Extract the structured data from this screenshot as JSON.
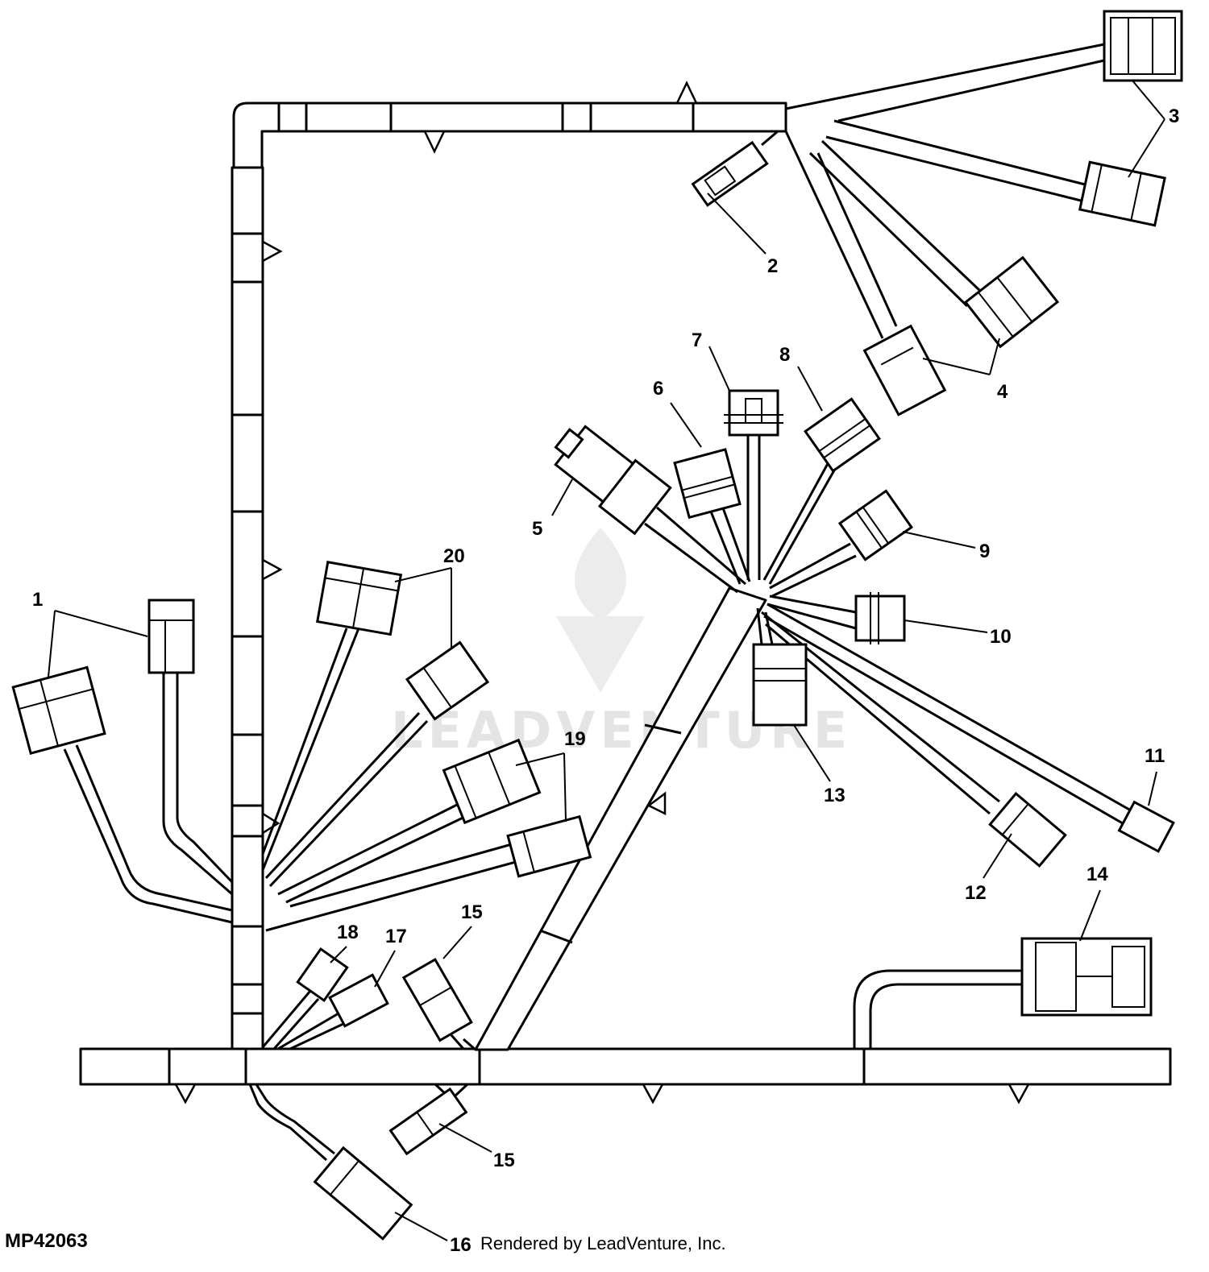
{
  "figure_id": "MP42063",
  "credit": "Rendered by LeadVenture, Inc.",
  "watermark": "LEADVENTURE",
  "callouts": {
    "c1": "1",
    "c2": "2",
    "c3": "3",
    "c4": "4",
    "c5": "5",
    "c6": "6",
    "c7": "7",
    "c8": "8",
    "c9": "9",
    "c10": "10",
    "c11": "11",
    "c12": "12",
    "c13": "13",
    "c14": "14",
    "c15a": "15",
    "c15b": "15",
    "c16": "16",
    "c17": "17",
    "c18": "18",
    "c19": "19",
    "c20": "20"
  }
}
